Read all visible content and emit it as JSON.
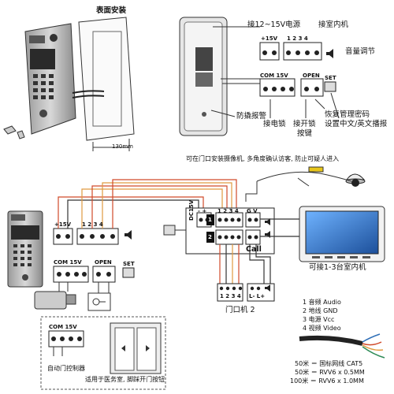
{
  "labels": {
    "surface_install": "表面安装",
    "power_label": "接12~15V电源",
    "connect_indoor": "接室内机",
    "volume_adjust": "音量调节",
    "anti_tamper": "防撬报警",
    "restore_password": "恢复管理密码",
    "elec_lock": "接电锁",
    "unlock_button_1": "接开锁",
    "unlock_button_2": "按键",
    "set_lang": "设置中文/英文播报",
    "dim_130": "130mm",
    "camera_note": "可在门口安装摄像机, 多角度确认访客, 防止可疑人进入",
    "connect_indoor_units": "可接1-3台室内机",
    "door_station_2": "门口机 2",
    "auto_door_ctrl": "自动门控制器",
    "hospital_note": "适用于医务室, 脚踩开门按钮"
  },
  "terminals": {
    "plus15v": "+15V",
    "neg": "-",
    "n1": "1",
    "n2": "2",
    "n3": "3",
    "n4": "4",
    "com15v": "COM 15V",
    "l_minus": "L-",
    "l_plus": "L+",
    "open": "OPEN",
    "set": "SET",
    "dc15v": "DC15V",
    "pm": "- +",
    "num_1234": "1 2 3 4",
    "gv": "G V",
    "call": "Call",
    "t1": "1",
    "t2": "2",
    "t3": "3",
    "minus_plus": "-  +",
    "l_minus_l_plus": "L- L+"
  },
  "legend": {
    "item1": "1 音频 Audio",
    "item2": "2 地线 GND",
    "item3": "3 电源 Vcc",
    "item4": "4 视频 Video"
  },
  "cables": {
    "c1": "50米 ＝ 国标网线 CAT5",
    "c2": "50米 ＝ RVV6 x 0.5MM",
    "c3": "100米 ＝ RVV6 x 1.0MM"
  },
  "colors": {
    "line": "#222222",
    "wire_red": "#d04a2a",
    "wire_orange": "#e09a40",
    "wire_dark": "#333333",
    "device_gray": "#bdbdbd",
    "screen_blue": "#2f6fb7",
    "camera_yellow": "#e8c61a"
  }
}
